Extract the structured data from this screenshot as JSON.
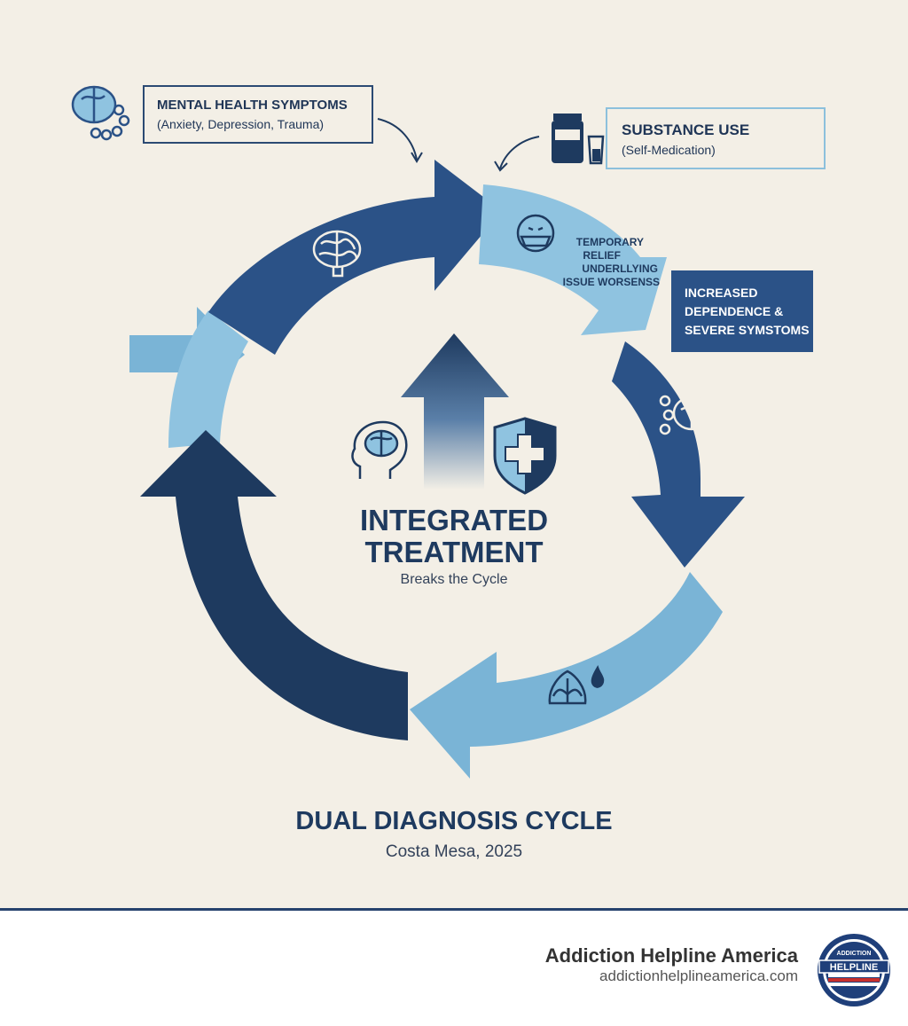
{
  "nodes": {
    "mental": {
      "title": "MENTAL HEALTH SYMPTOMS",
      "subtitle": "(Anxiety, Depression, Trauma)"
    },
    "substance": {
      "title": "SUBSTANCE USE",
      "subtitle": "(Self-Medication)"
    },
    "relief": {
      "line1": "TEMPORARY",
      "line2": "RELIEF",
      "line3": "UNDERLLYING",
      "line4": "ISSUE WORSENSS"
    },
    "dependence": {
      "line1": "INCREASED",
      "line2": "DEPENDENCE &",
      "line3": "SEVERE SYMSTOMS"
    }
  },
  "center": {
    "line1": "INTEGRATED",
    "line2": "TREATMENT",
    "sub": "Breaks the Cycle"
  },
  "caption": {
    "title": "DUAL DIAGNOSIS CYCLE",
    "sub": "Costa Mesa, 2025"
  },
  "footer": {
    "brand": "Addiction Helpline America",
    "url": "addictionhelplineamerica.com",
    "logo_text": "HELPLINE",
    "logo_arc": "ADDICTION"
  },
  "colors": {
    "dark": "#1e3a5f",
    "mid": "#2b5287",
    "light": "#8fc3e0",
    "sky": "#7ab4d6",
    "background": "#f3efe6"
  }
}
